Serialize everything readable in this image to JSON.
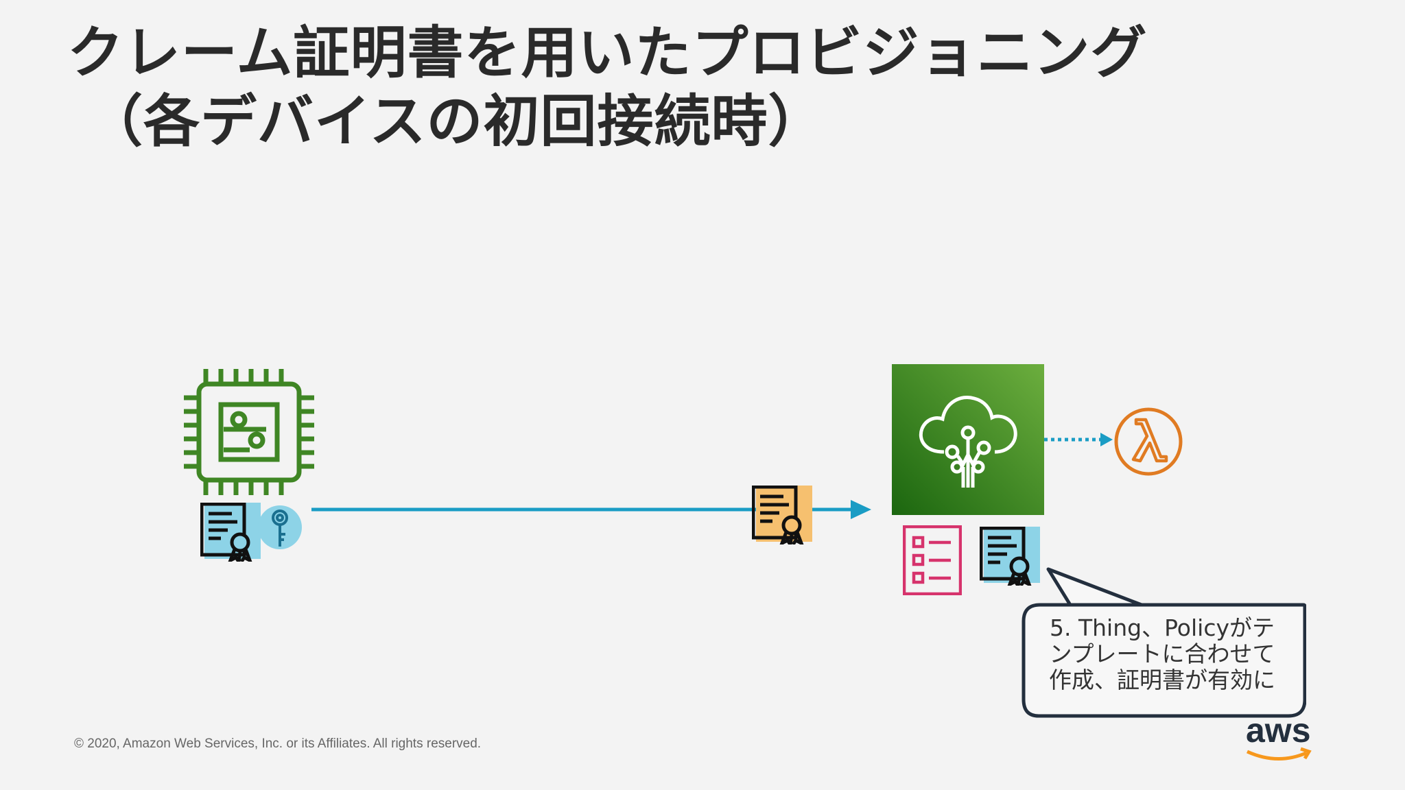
{
  "title": {
    "line1": "クレーム証明書を用いたプロビジョニング",
    "line2": "（各デバイスの初回接続時）"
  },
  "diagram": {
    "device": {
      "icon": "microchip-icon",
      "color": "#3f8624"
    },
    "device_credentials": [
      {
        "icon": "certificate-icon",
        "color": "#8dd3e7"
      },
      {
        "icon": "key-icon",
        "color": "#8dd3e7"
      }
    ],
    "claim_certificate": {
      "icon": "certificate-icon",
      "color": "#f6c06f"
    },
    "flow_arrow": {
      "color": "#1a9cc4"
    },
    "iot_core": {
      "icon": "iot-core-cloud-icon",
      "color": "#3f8624"
    },
    "lambda": {
      "icon": "lambda-icon",
      "color": "#e07b22"
    },
    "provisioning_template": {
      "icon": "template-list-icon",
      "color": "#d6336c"
    },
    "issued_certificate": {
      "icon": "certificate-icon",
      "color": "#8dd3e7"
    },
    "callout": {
      "text": "5. Thing、Policyがテ\nンプレートに合わせて\n作成、証明書が有効に"
    }
  },
  "footer": {
    "copyright": "© 2020, Amazon Web Services, Inc. or its Affiliates. All rights reserved.",
    "logo_text": "aws",
    "logo_color": "#f7981d"
  }
}
